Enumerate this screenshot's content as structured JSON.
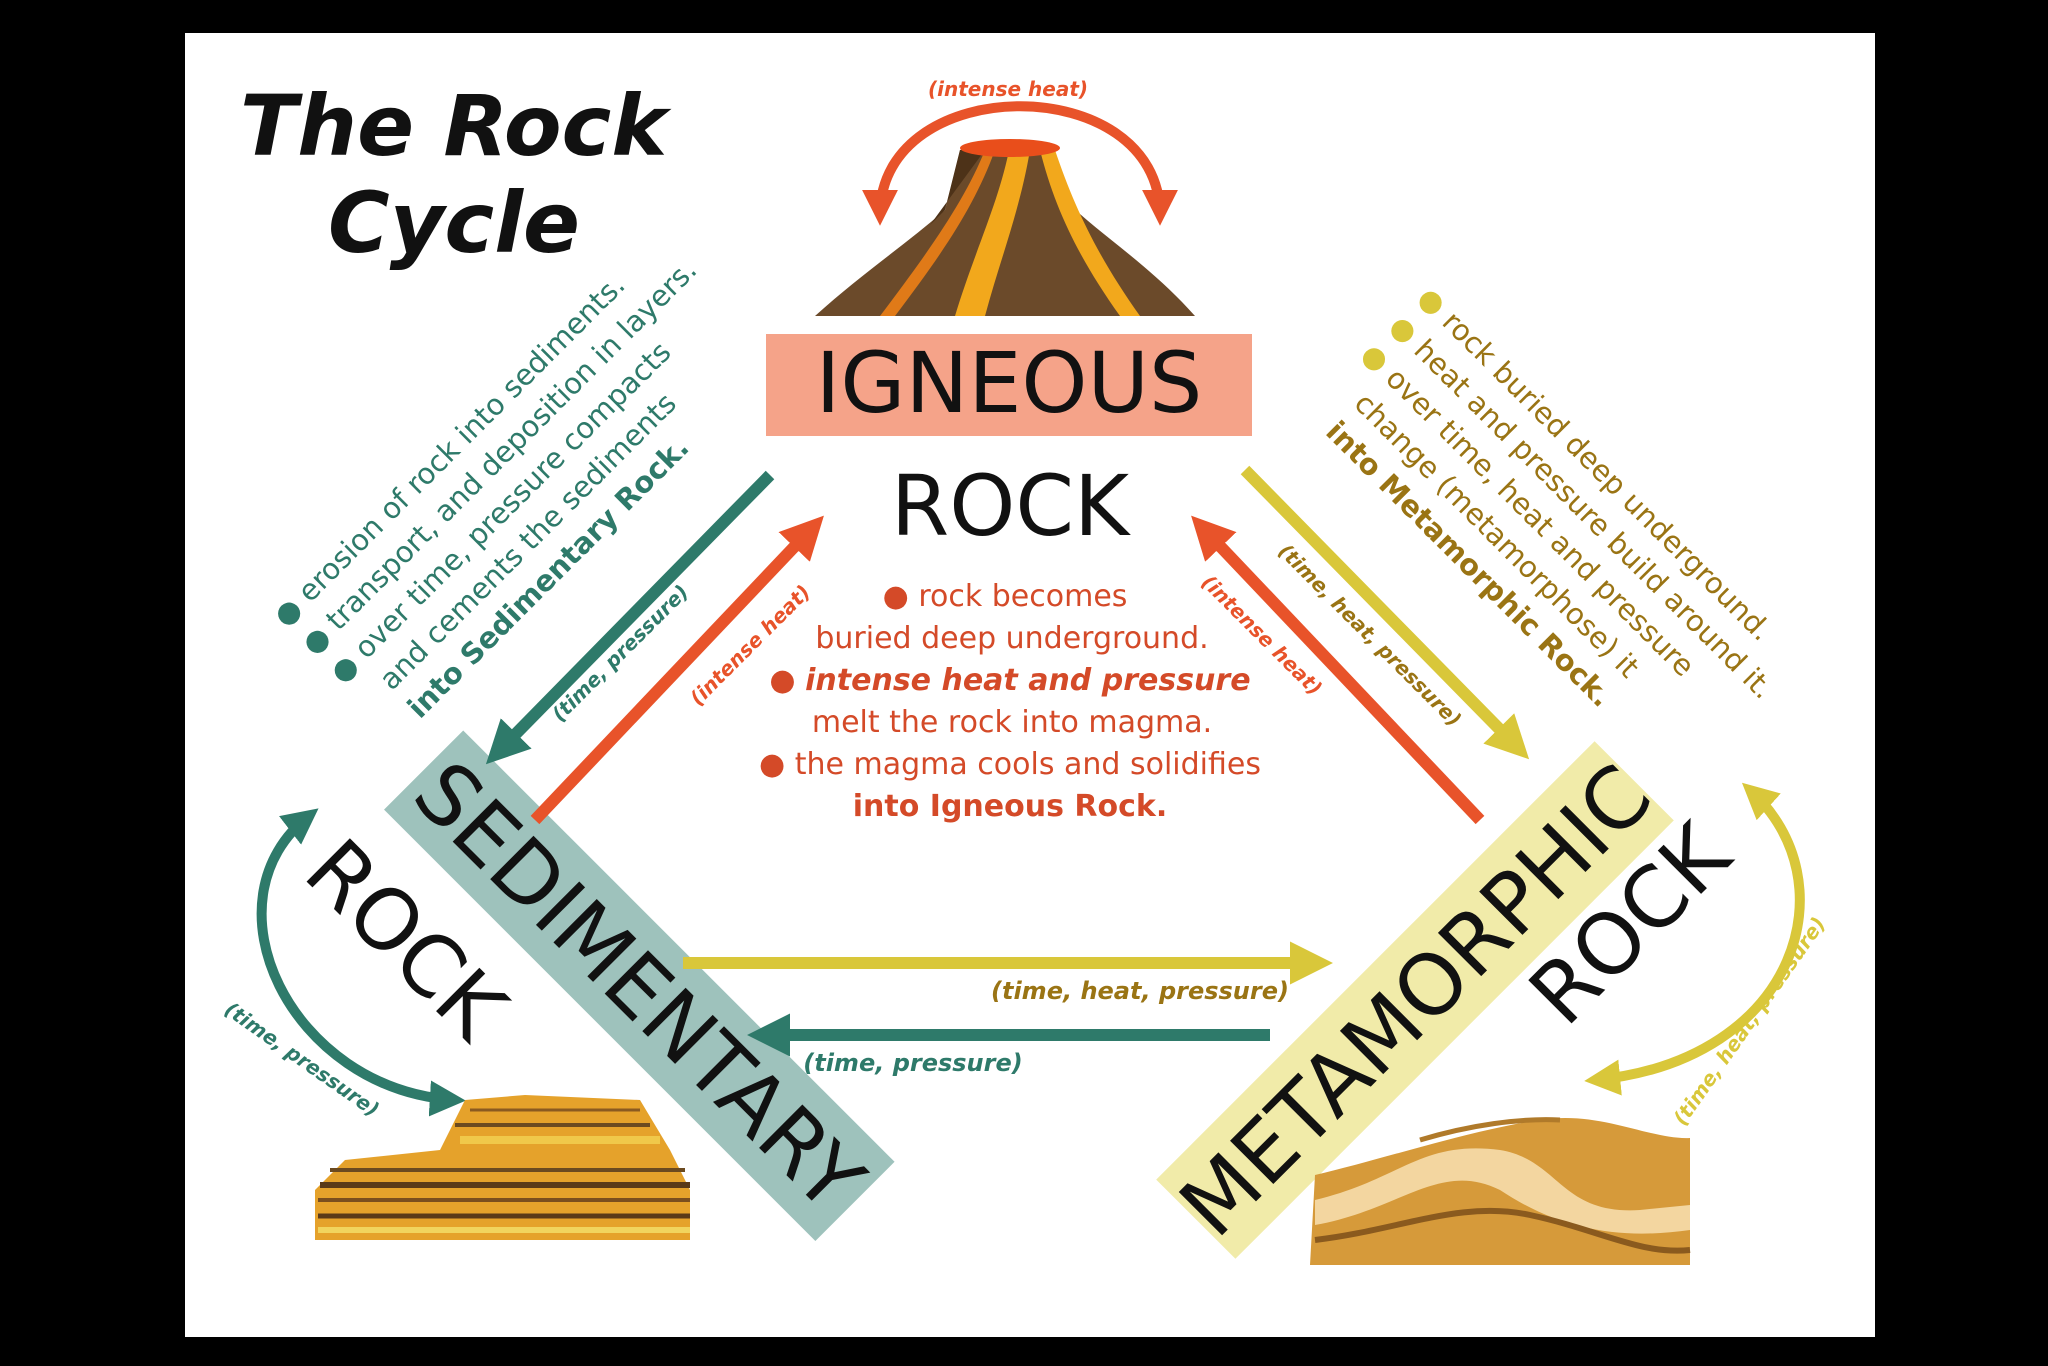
{
  "title_lines": [
    "The Rock",
    "Cycle"
  ],
  "igneous": {
    "label": "IGNEOUS",
    "sub": "ROCK",
    "label_bg": "#f5a389",
    "cycle_label": "(intense heat)",
    "description": [
      "rock becomes",
      "buried deep underground.",
      "intense heat and pressure",
      "melt the rock into magma.",
      "the magma cools and solidifies",
      "into Igneous Rock."
    ]
  },
  "sedimentary": {
    "label": "SEDIMENTARY",
    "sub": "ROCK",
    "label_bg": "#9ec2bc",
    "cycle_label": "(time, pressure)",
    "description": [
      "erosion of rock into sediments.",
      "transport, and deposition in layers.",
      "over time, pressure compacts",
      "and cements the sediments",
      "into Sedimentary Rock."
    ]
  },
  "metamorphic": {
    "label": "METAMORPHIC",
    "sub": "ROCK",
    "label_bg": "#f1eba9",
    "cycle_label": "(time, heat, pressure)",
    "description": [
      "rock buried deep underground.",
      "heat and pressure build around it.",
      "over time, heat and pressure",
      "change (metamorphose) it",
      "into Metamorphic Rock."
    ]
  },
  "arrows": {
    "igneous_to_sedimentary": "(time, pressure)",
    "sedimentary_to_igneous": "(intense heat)",
    "igneous_to_metamorphic": "(time, heat, pressure)",
    "metamorphic_to_igneous": "(intense heat)",
    "sedimentary_to_metamorphic": "(time, heat, pressure)",
    "metamorphic_to_sedimentary": "(time, pressure)"
  },
  "colors": {
    "igneous": "#e8532a",
    "sedimentary": "#2e7a6a",
    "metamorphic": "#d9c73a",
    "metamorphic_text": "#9a7414",
    "igneous_text": "#d44a28"
  },
  "icons": {
    "igneous": "volcano-icon",
    "sedimentary": "layered-butte-icon",
    "metamorphic": "folded-rock-icon"
  }
}
